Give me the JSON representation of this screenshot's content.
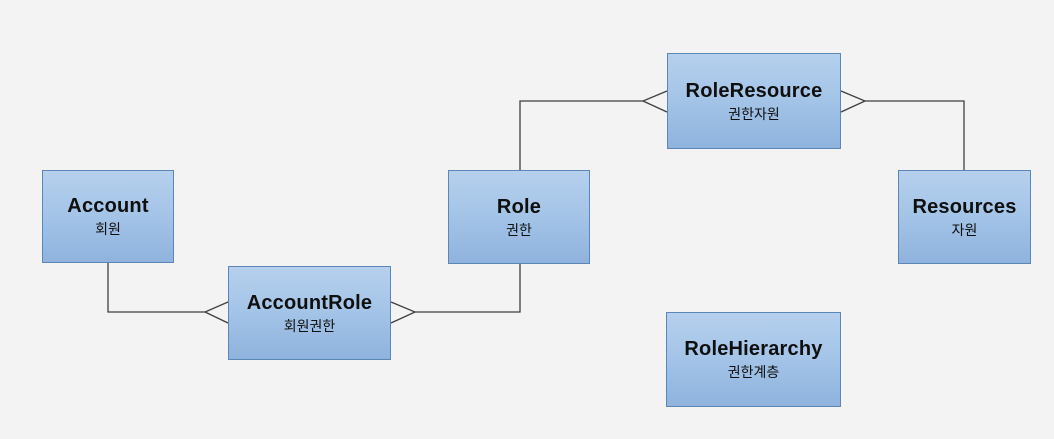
{
  "diagram": {
    "type": "entity-relationship",
    "background_color": "#f3f3f3",
    "box_border_color": "#5b87b7",
    "box_fill_top": "#b6d0ed",
    "box_fill_bottom": "#8fb3de",
    "connector_color": "#3f3f3f",
    "notation": "crow-foot-many-marker"
  },
  "entities": {
    "account": {
      "title": "Account",
      "subtitle": "회원"
    },
    "account_role": {
      "title": "AccountRole",
      "subtitle": "회원권한"
    },
    "role": {
      "title": "Role",
      "subtitle": "권한"
    },
    "role_resource": {
      "title": "RoleResource",
      "subtitle": "권한자원"
    },
    "resources": {
      "title": "Resources",
      "subtitle": "자원"
    },
    "role_hierarchy": {
      "title": "RoleHierarchy",
      "subtitle": "권한계층"
    }
  },
  "relationships": [
    {
      "from": "Account",
      "to": "AccountRole",
      "many_side": "AccountRole"
    },
    {
      "from": "Role",
      "to": "AccountRole",
      "many_side": "AccountRole"
    },
    {
      "from": "Role",
      "to": "RoleResource",
      "many_side": "RoleResource"
    },
    {
      "from": "Resources",
      "to": "RoleResource",
      "many_side": "RoleResource"
    }
  ]
}
